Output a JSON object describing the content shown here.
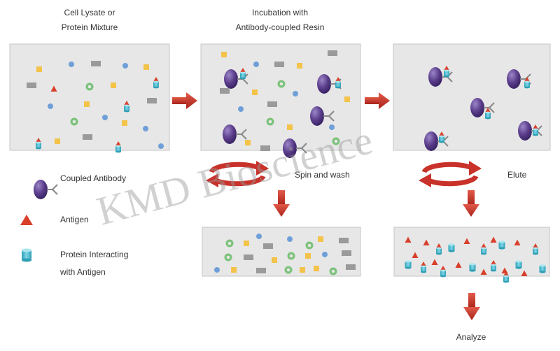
{
  "titles": {
    "step1_line1": "Cell Lysate or",
    "step1_line2": "Protein Mixture",
    "step2_line1": "Incubation with",
    "step2_line2": "Antibody-coupled Resin"
  },
  "steps": {
    "spin": "Spin and wash",
    "elute": "Elute",
    "analyze": "Analyze"
  },
  "legend": {
    "antibody": "Coupled Antibody",
    "antigen": "Antigen",
    "protein_line1": "Protein Interacting",
    "protein_line2": "with Antigen"
  },
  "watermark": "KMD Bioscience",
  "colors": {
    "panel": "#e7e7e7",
    "antibody": "#5a3c8a",
    "antigen": "#d9402c",
    "protein": "#3fb6cc",
    "yellow": "#f3c34a",
    "blue": "#6f9fd8",
    "green": "#7cc27a",
    "gray": "#9a9a9a",
    "arrow": "#c8322a"
  }
}
